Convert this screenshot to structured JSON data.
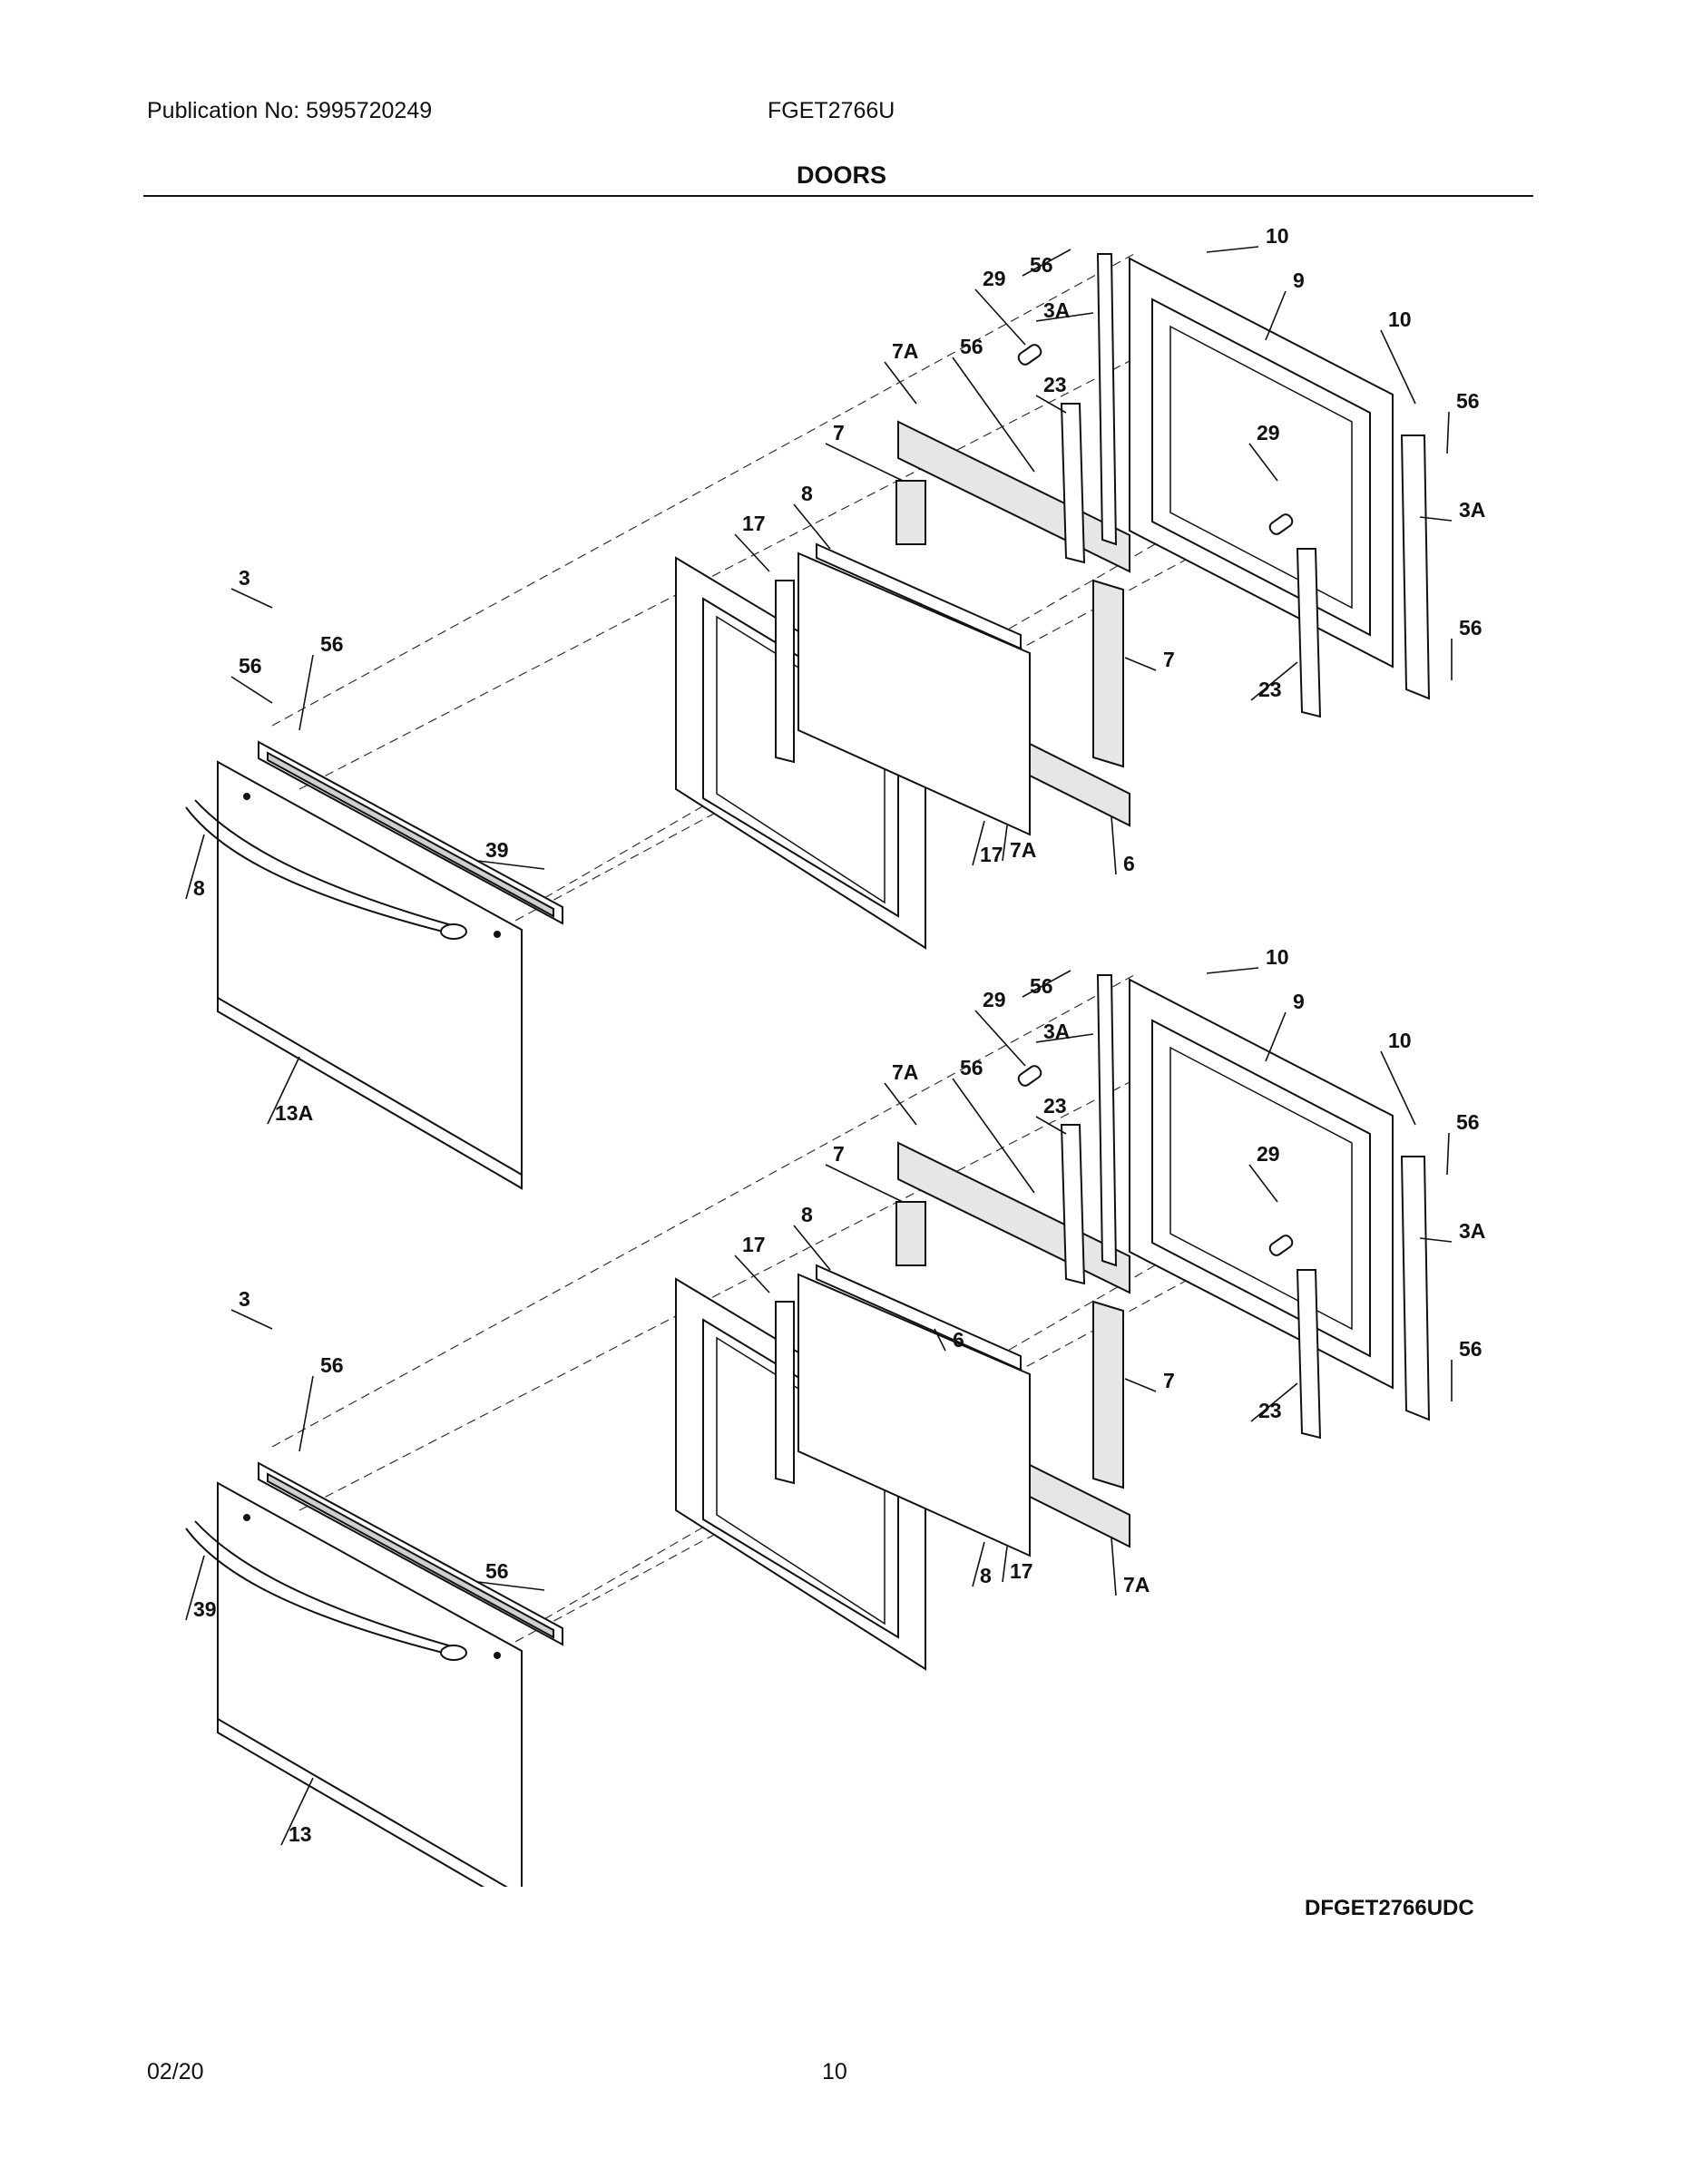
{
  "header": {
    "publication": "Publication No: 5995720249",
    "model": "FGET2766U",
    "title": "DOORS"
  },
  "diagram_code": "DFGET2766UDC",
  "footer": {
    "date": "02/20",
    "page": "10"
  },
  "callouts": {
    "upper": [
      "10",
      "56",
      "29",
      "9",
      "3A",
      "10",
      "7A",
      "56",
      "23",
      "56",
      "29",
      "7",
      "8",
      "3A",
      "17",
      "56",
      "3",
      "56",
      "7",
      "23",
      "56",
      "39",
      "8",
      "17",
      "7A",
      "6",
      "13A"
    ],
    "lower": [
      "10",
      "56",
      "29",
      "9",
      "3A",
      "10",
      "7A",
      "56",
      "23",
      "56",
      "29",
      "7",
      "8",
      "3A",
      "17",
      "56",
      "3",
      "56",
      "56",
      "7",
      "23",
      "39",
      "8",
      "17",
      "7A",
      "6",
      "13"
    ]
  }
}
